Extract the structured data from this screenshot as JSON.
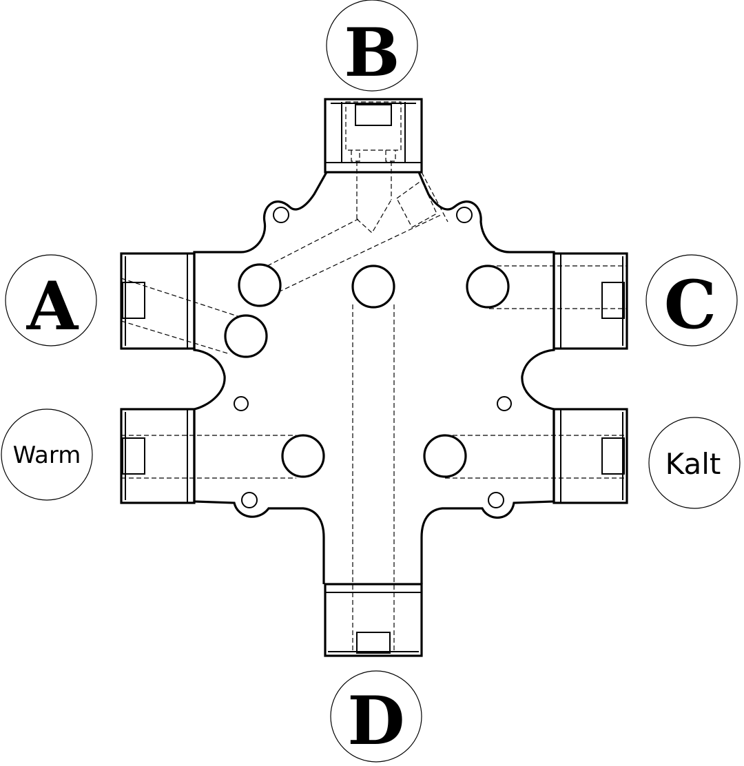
{
  "labels": {
    "port_a": "A",
    "port_b": "B",
    "port_c": "C",
    "port_d": "D",
    "warm": "Warm",
    "kalt": "Kalt"
  }
}
